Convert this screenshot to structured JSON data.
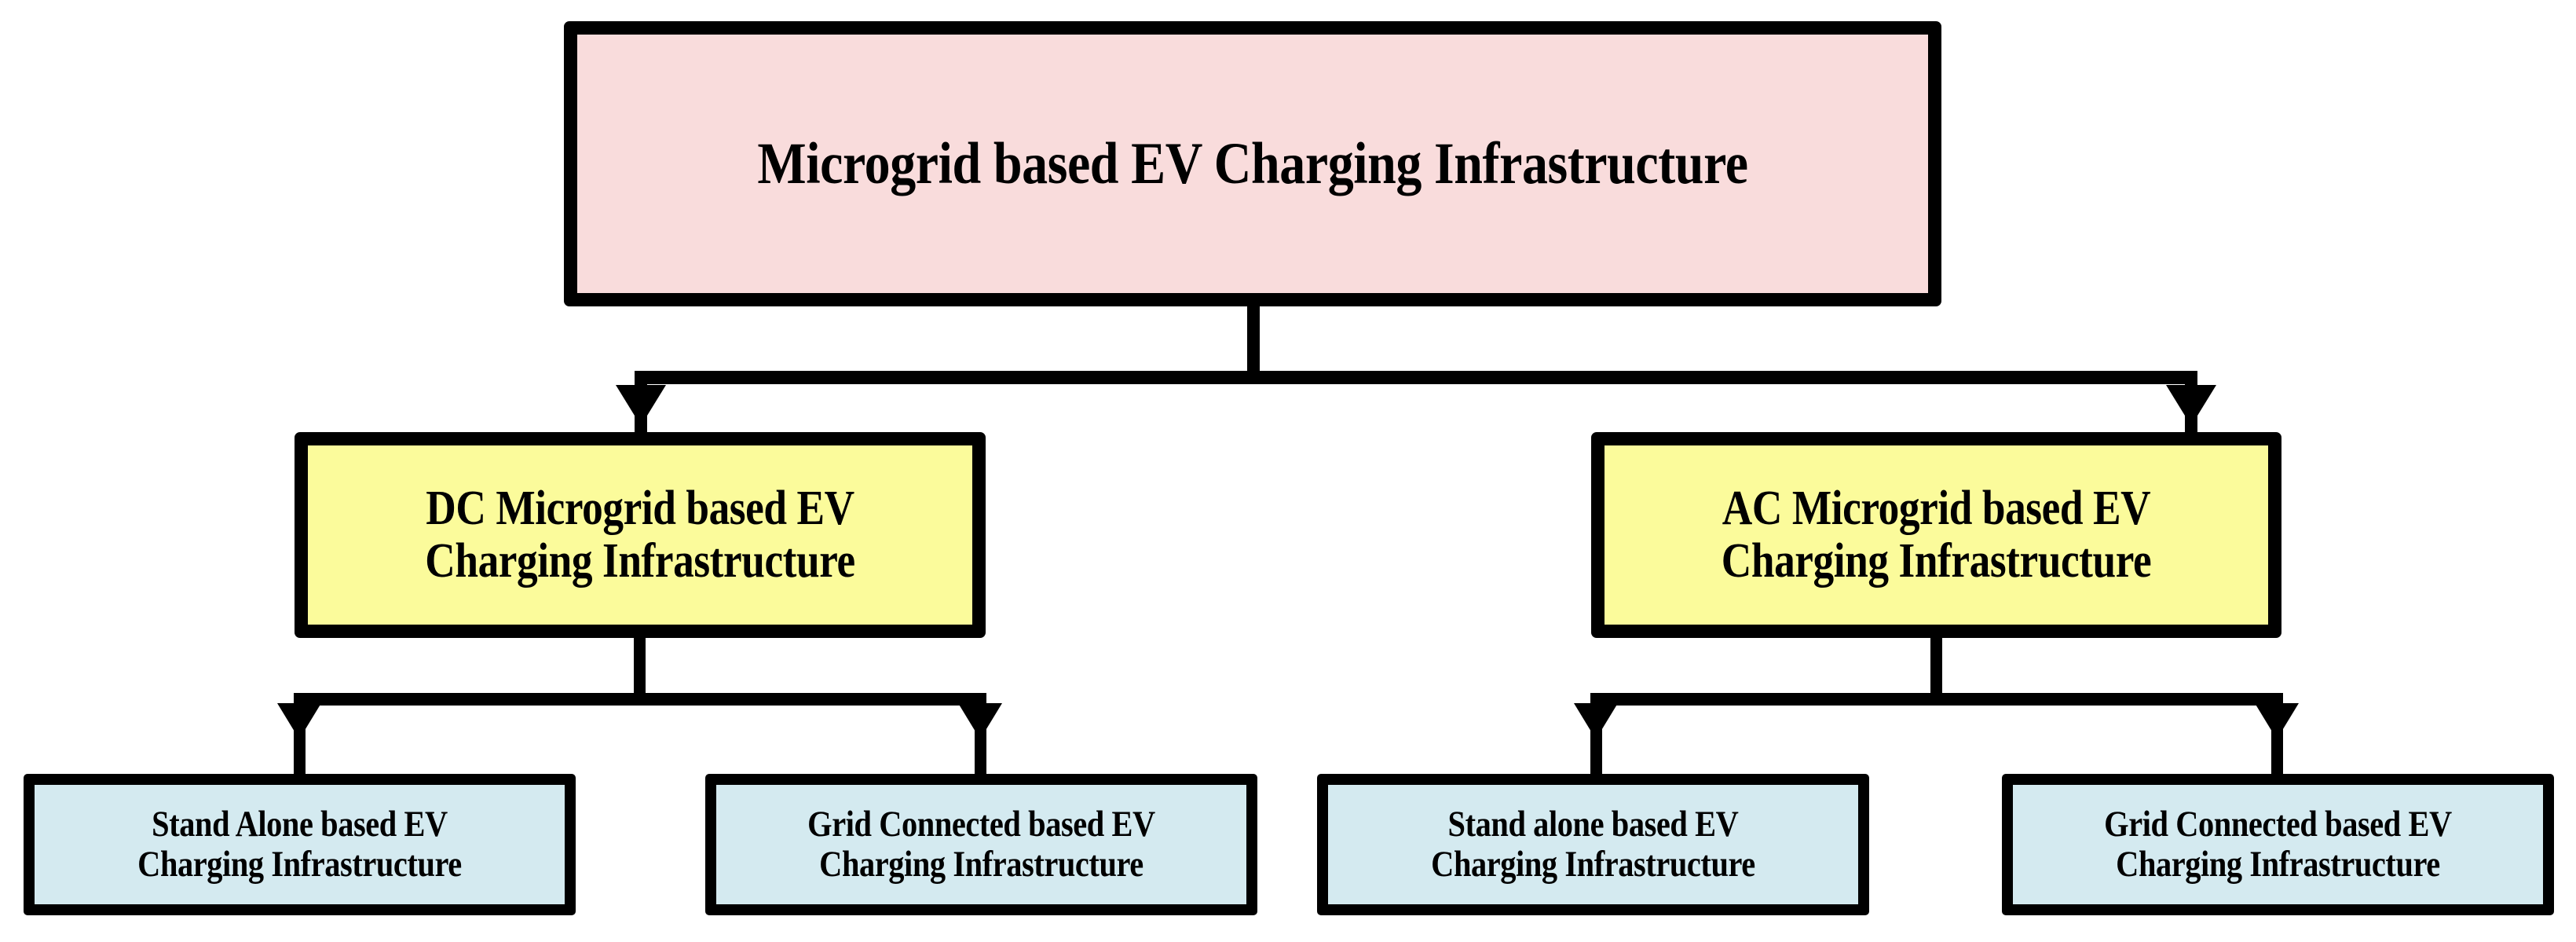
{
  "diagram": {
    "title": "Microgrid based EV Charging Infrastructure",
    "type": "hierarchy-tree",
    "levels": 3,
    "colors": {
      "root_fill": "#f9dcdc",
      "mid_fill": "#fbfb9b",
      "leaf_fill": "#d4eaf0",
      "border": "#000000",
      "text": "#000000",
      "background": "#ffffff"
    }
  },
  "nodes": {
    "root": {
      "label": "Microgrid based EV Charging Infrastructure",
      "level": 1,
      "fill": "#f9dcdc"
    },
    "mid": [
      {
        "id": "dc-microgrid",
        "label": "DC Microgrid based EV\nCharging Infrastructure",
        "level": 2,
        "fill": "#fbfb9b"
      },
      {
        "id": "ac-microgrid",
        "label": "AC Microgrid based EV\nCharging Infrastructure",
        "level": 2,
        "fill": "#fbfb9b"
      }
    ],
    "leaves": [
      {
        "id": "dc-stand-alone",
        "label": "Stand Alone based EV\nCharging Infrastructure",
        "level": 3,
        "parent": "dc-microgrid",
        "fill": "#d4eaf0"
      },
      {
        "id": "dc-grid-connected",
        "label": "Grid Connected based EV\nCharging Infrastructure",
        "level": 3,
        "parent": "dc-microgrid",
        "fill": "#d4eaf0"
      },
      {
        "id": "ac-stand-alone",
        "label": "Stand alone based EV\nCharging Infrastructure",
        "level": 3,
        "parent": "ac-microgrid",
        "fill": "#d4eaf0"
      },
      {
        "id": "ac-grid-connected",
        "label": "Grid Connected based EV\nCharging Infrastructure",
        "level": 3,
        "parent": "ac-microgrid",
        "fill": "#d4eaf0"
      }
    ]
  }
}
